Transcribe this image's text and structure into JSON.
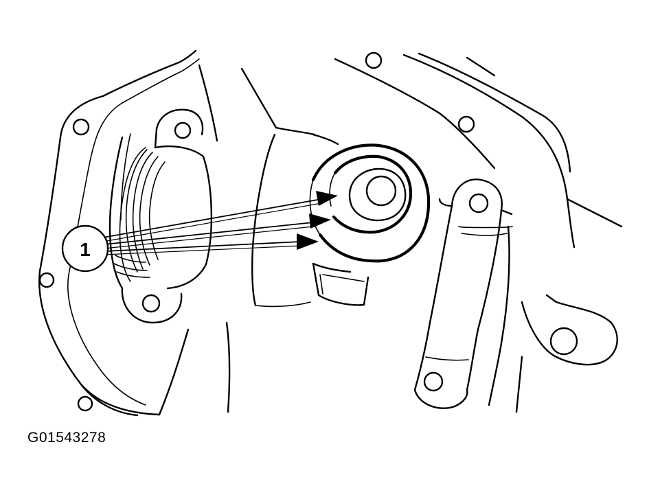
{
  "callout": {
    "number": "1",
    "target_count": 3
  },
  "figure": {
    "id": "G01543278"
  },
  "colors": {
    "line": "#000000",
    "background": "#ffffff"
  }
}
